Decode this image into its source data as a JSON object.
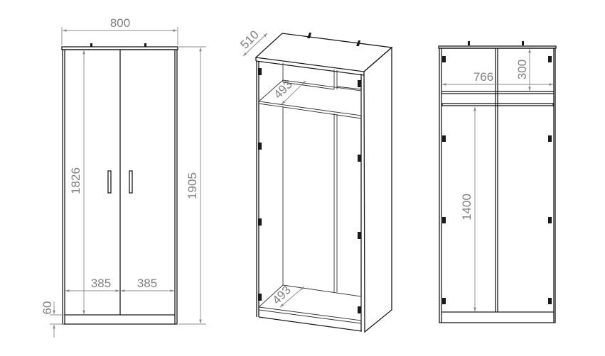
{
  "views": {
    "front": {
      "width_label": "800",
      "height_label": "1905",
      "door_height_label": "1826",
      "door_left_width_label": "385",
      "door_right_width_label": "385",
      "plinth_label": "60"
    },
    "isometric": {
      "depth_label": "510",
      "upper_shelf_depth_label": "493",
      "lower_shelf_depth_label": "493"
    },
    "open": {
      "inner_width_label": "766",
      "top_compartment_label": "300",
      "hanging_height_label": "1400"
    }
  },
  "colors": {
    "line": "#1a1a1a",
    "dimension": "#808080"
  }
}
